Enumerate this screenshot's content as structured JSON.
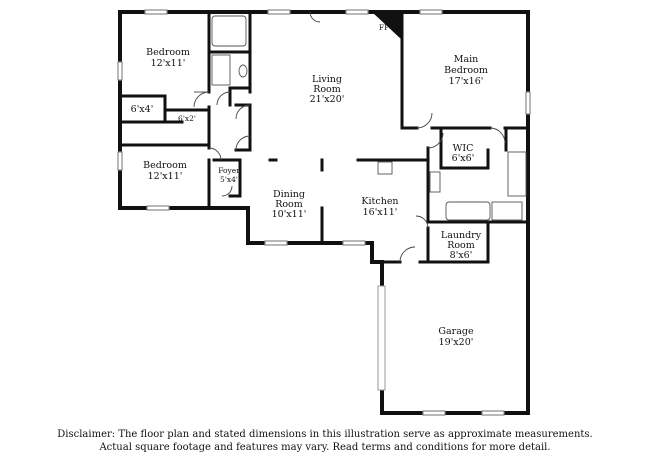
{
  "rooms": {
    "bedroom_top": {
      "name": "Bedroom",
      "dims": "12'x11'"
    },
    "closet_a": {
      "dims": "6'x4'"
    },
    "closet_b": {
      "dims": "6'x2'"
    },
    "bedroom_bottom": {
      "name": "Bedroom",
      "dims": "12'x11'"
    },
    "foyer": {
      "name": "Foyer",
      "dims": "5'x4'"
    },
    "living": {
      "name": "Living Room",
      "line1": "Living",
      "line2": "Room",
      "dims": "21'x20'"
    },
    "fireplace": {
      "label": "FP"
    },
    "main_bedroom": {
      "line1": "Main",
      "line2": "Bedroom",
      "dims": "17'x16'"
    },
    "wic": {
      "name": "WIC",
      "dims": "6'x6'"
    },
    "dining": {
      "line1": "Dining",
      "line2": "Room",
      "dims": "10'x11'"
    },
    "kitchen": {
      "name": "Kitchen",
      "dims": "16'x11'"
    },
    "laundry": {
      "line1": "Laundry",
      "line2": "Room",
      "dims": "8'x6'"
    },
    "garage": {
      "name": "Garage",
      "dims": "19'x20'"
    }
  },
  "disclaimer": {
    "line1": "Disclaimer: The floor plan and stated dimensions in this illustration serve as approximate measurements.",
    "line2": "Actual square footage and features may vary. Read terms and conditions for more detail."
  }
}
